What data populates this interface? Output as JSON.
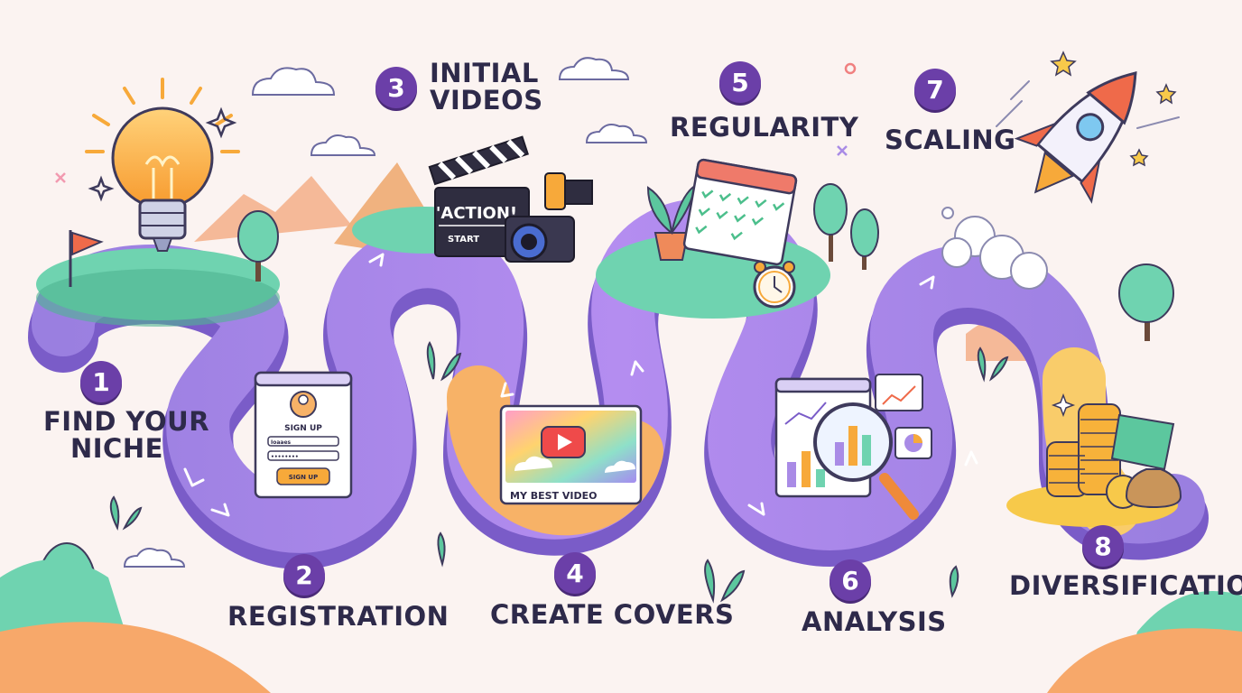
{
  "steps": [
    {
      "number": "1",
      "line1": "FIND YOUR",
      "line2": "NICHE"
    },
    {
      "number": "2",
      "line1": "REGISTRATION",
      "line2": ""
    },
    {
      "number": "3",
      "line1": "INITIAL",
      "line2": "VIDEOS"
    },
    {
      "number": "4",
      "line1": "CREATE COVERS",
      "line2": ""
    },
    {
      "number": "5",
      "line1": "REGULARITY",
      "line2": ""
    },
    {
      "number": "6",
      "line1": "ANALYSIS",
      "line2": ""
    },
    {
      "number": "7",
      "line1": "SCALING",
      "line2": ""
    },
    {
      "number": "8",
      "line1": "DIVERSIFICATION",
      "line2": ""
    }
  ],
  "signup_card": {
    "title": "SIGN UP",
    "username": "Ioaaes",
    "password": "••••••••",
    "button": "SIGN UP"
  },
  "clapperboard": {
    "action": "'ACTION!",
    "start": "START"
  },
  "video_card": {
    "caption": "MY BEST VIDEO"
  },
  "colors": {
    "path": "#a98be6",
    "path_dark": "#7a5cc8",
    "orange": "#f7b267",
    "green": "#6fd3b0",
    "badge": "#6b3fa8"
  }
}
